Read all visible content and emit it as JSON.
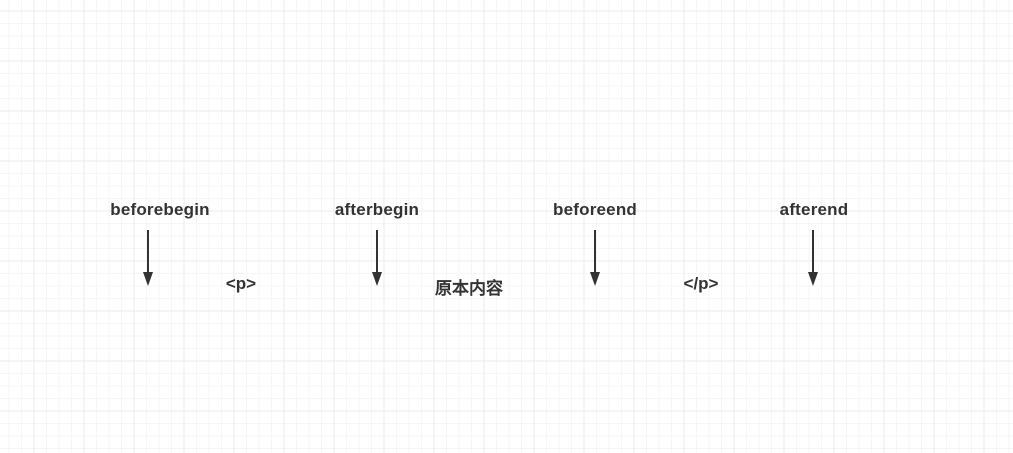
{
  "diagram": {
    "title_semantic": "insertAdjacentHTML positions diagram",
    "positions": [
      {
        "label": "beforebegin"
      },
      {
        "label": "afterbegin"
      },
      {
        "label": "beforeend"
      },
      {
        "label": "afterend"
      }
    ],
    "element": {
      "open_tag": "<p>",
      "content": "原本内容",
      "close_tag": "</p>"
    },
    "colors": {
      "text": "#333333",
      "arrow": "#333333",
      "grid_minor": "#f6f6f6",
      "grid_major": "#ebebeb",
      "background": "#ffffff"
    }
  }
}
